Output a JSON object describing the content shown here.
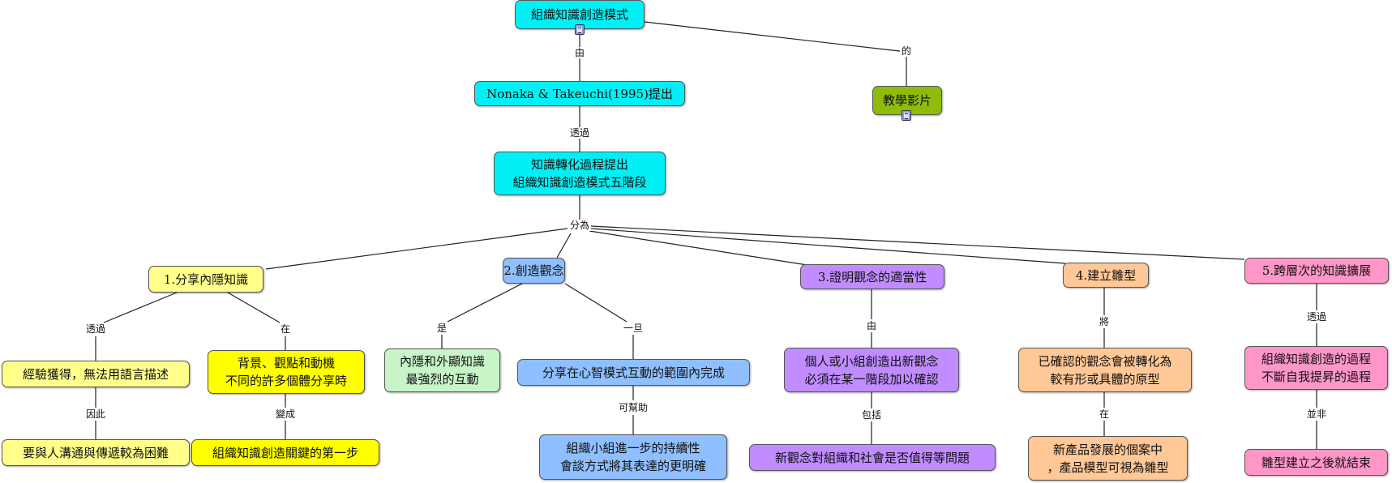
{
  "nodes": {
    "root": "組織知識創造模式",
    "nonaka": "Nonaka & Takeuchi(1995)提出",
    "teaching_video": "教學影片",
    "process": "知識轉化過程提出\n組織知識創造模式五階段",
    "stage1": "1.分享內隱知識",
    "stage2": "2.創造觀念",
    "stage3": "3.證明觀念的適當性",
    "stage4": "4.建立雛型",
    "stage5": "5.跨層次的知識擴展",
    "experience": "經驗獲得，無法用語言描述",
    "background": "背景、觀點和動機\n不同的許多個體分享時",
    "difficult": "要與人溝通與傳遞較為困難",
    "first_step": "組織知識創造關鍵的第一步",
    "interaction": "內隱和外顯知識\n最強烈的互動",
    "mental_model": "分享在心智模式互動的範圍內完成",
    "sustain": "組織小組進一步的持續性\n會談方式將其表達的更明確",
    "verify": "個人或小組創造出新觀念\n必須在某一階段加以確認",
    "worth": "新觀念對組織和社會是否值得等問題",
    "prototype": "已確認的觀念會被轉化為\n較有形或具體的原型",
    "case": "新產品發展的個案中\n，產品模型可視為雛型",
    "elevate": "組織知識創造的過程\n不斷自我提昇的過程",
    "not_end": "雛型建立之後就結束"
  },
  "links": {
    "by": "由",
    "of": "的",
    "through": "透過",
    "divide": "分為",
    "s1_through": "透過",
    "s1_at": "在",
    "therefore": "因此",
    "becomes": "變成",
    "is": "是",
    "once": "一旦",
    "can_help": "可幫助",
    "s3_by": "由",
    "include": "包括",
    "will": "將",
    "at": "在",
    "s5_through": "透過",
    "not": "並非"
  },
  "icons": [
    "document-icon",
    "film-icon"
  ],
  "colors": {
    "cyan": "#00f0f5",
    "green": "#8fbc0a",
    "yellow": "#ffff8a",
    "gold": "#ffff00",
    "mint": "#c8f5c8",
    "blue": "#8fbfff",
    "purple": "#c08cff",
    "orange": "#ffc896",
    "pink": "#ff96c8"
  }
}
